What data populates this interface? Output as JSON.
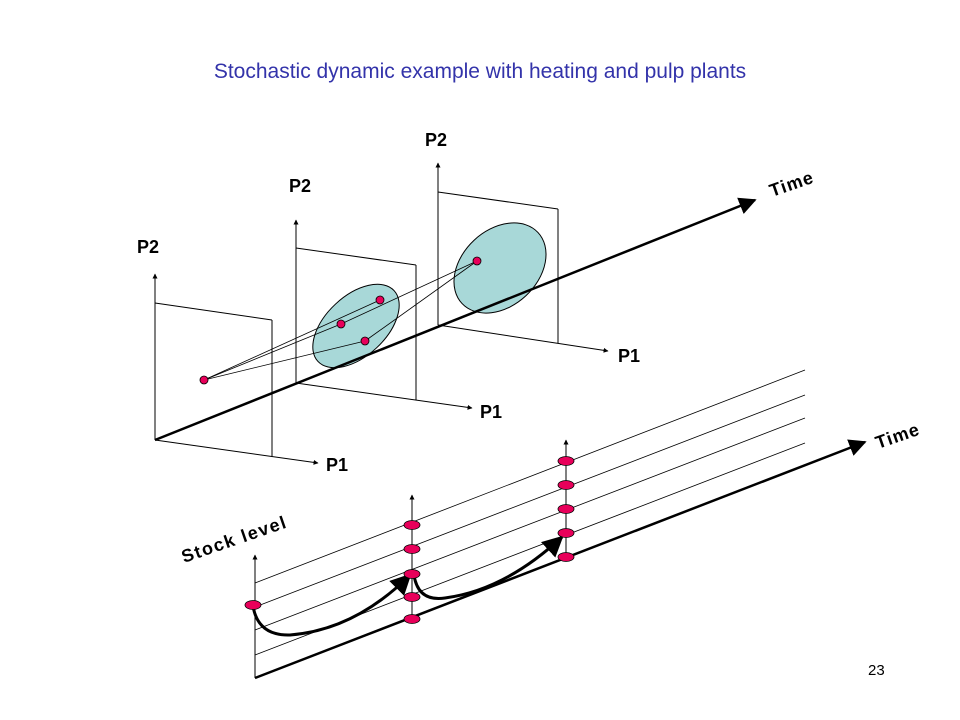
{
  "slide": {
    "title": "Stochastic dynamic example with heating and pulp plants",
    "page_number": "23"
  },
  "top_diagram": {
    "axis_labels": {
      "p2": "P2",
      "p1": "P1",
      "time": "Time"
    }
  },
  "bottom_diagram": {
    "stock_label": "Stock level",
    "time_label": "Time"
  },
  "colors": {
    "title": "#3333aa",
    "ellipse_fill": "#a8d8d8",
    "node_fill": "#e8005a",
    "line": "#000000"
  }
}
